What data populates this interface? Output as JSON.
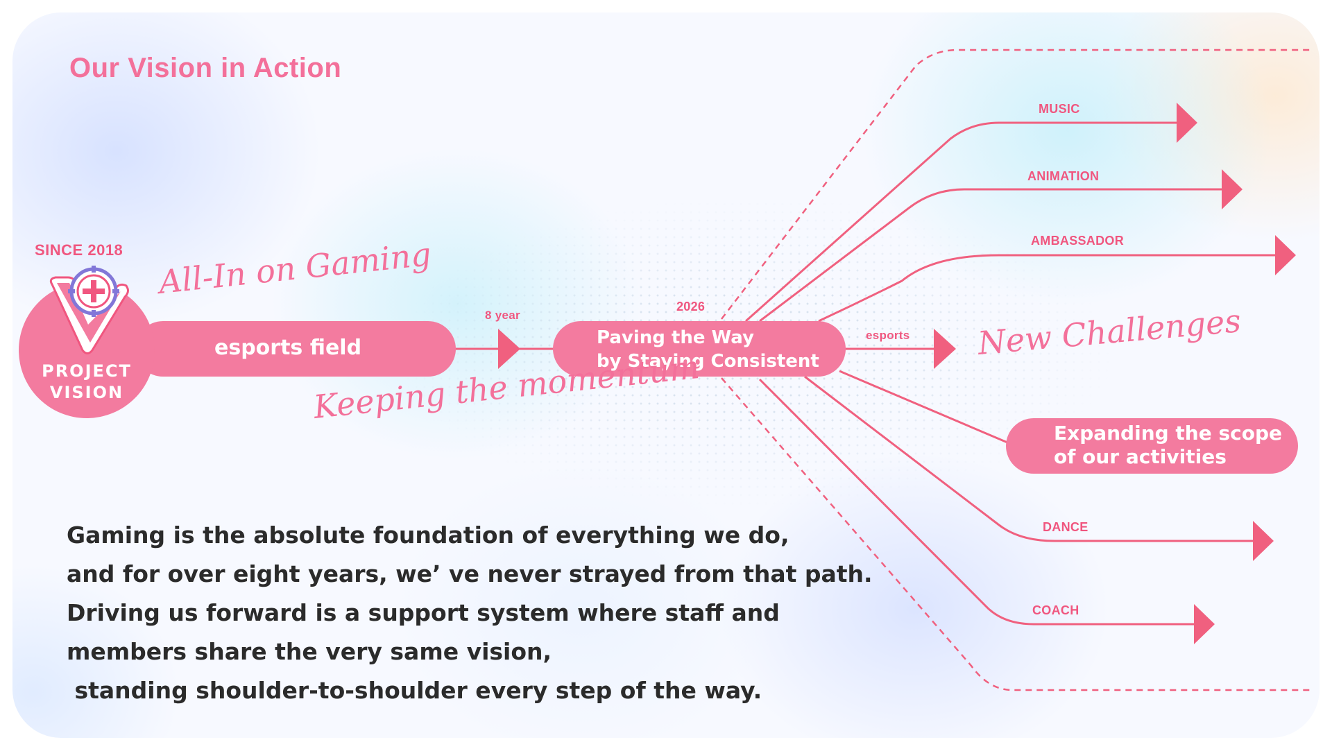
{
  "title": "Our Vision in Action",
  "since": "SINCE 2018",
  "logo": {
    "line1": "PROJECT",
    "line2": "VISION"
  },
  "timeline": {
    "left_script": "All-In on Gaming",
    "start_pill": "esports field",
    "duration_label": "8 year",
    "year_label": "2026",
    "center_pill": {
      "line1": "Paving the Way",
      "line2": "by Staying Consistent"
    },
    "esports_label": "esports",
    "bottom_script": "Keeping the momentum",
    "right_script": "New Challenges"
  },
  "branches": {
    "music": "MUSIC",
    "animation": "ANIMATION",
    "ambassador": "AMBASSADOR",
    "dance": "DANCE",
    "coach": "COACH"
  },
  "expand_pill": {
    "line1": "Expanding the scope",
    "line2": "of our activities"
  },
  "body_lines": [
    "Gaming is the absolute foundation of everything we do,",
    "and for over eight years, we’ ve never strayed from that path.",
    "Driving us forward is a support system where staff and",
    "members share the very same vision,",
    " standing shoulder-to-shoulder every step of the way."
  ],
  "colors": {
    "accent": "#f3709a",
    "line": "#f0607f",
    "text": "#2b2b2b",
    "pill_text": "#ffffff"
  },
  "icons": [
    "crosshair-target-icon",
    "v-logo-icon"
  ]
}
